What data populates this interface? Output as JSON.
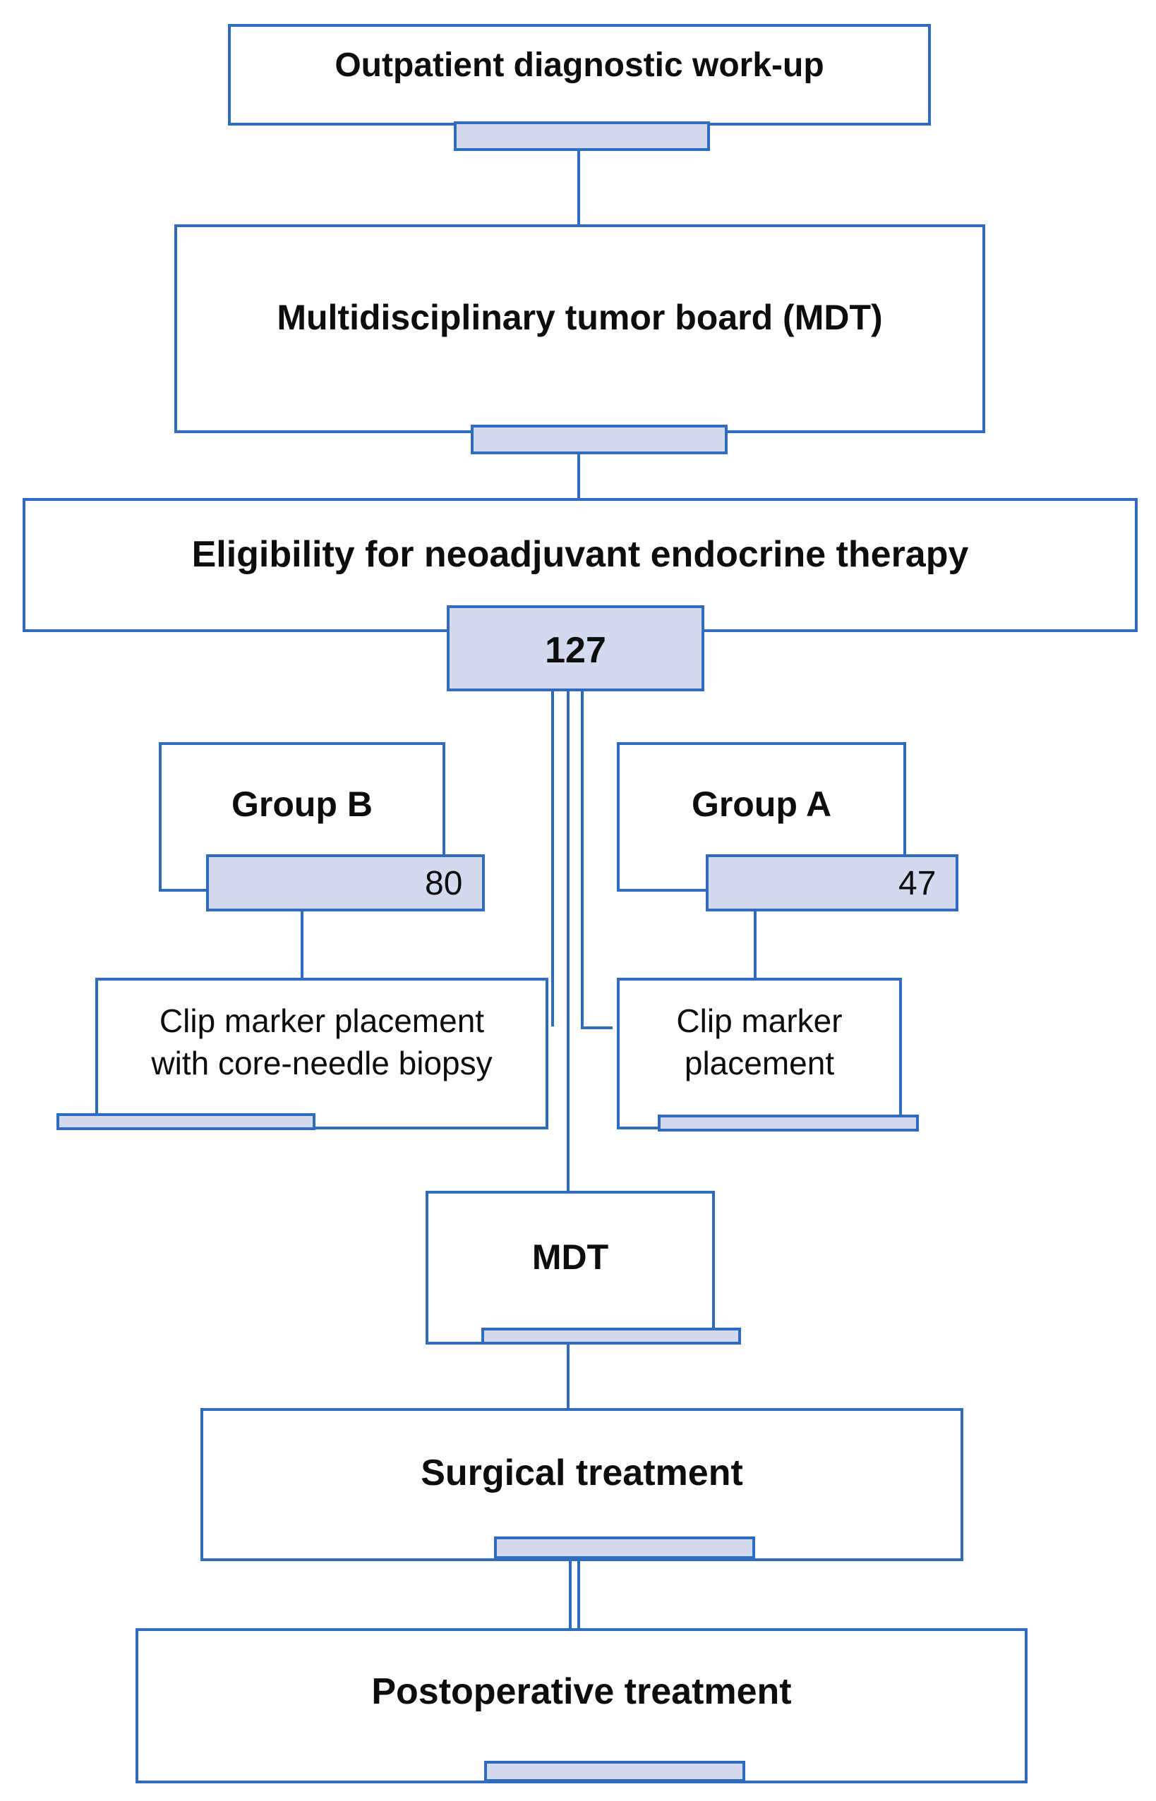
{
  "colors": {
    "border": "#2f6bbf",
    "tab_fill": "#d3d9ef",
    "text": "#0d0d0d"
  },
  "nodes": {
    "outpatient": "Outpatient diagnostic work-up",
    "mdt_board": "Multidisciplinary tumor board (MDT)",
    "eligibility": "Eligibility for neoadjuvant endocrine therapy",
    "total": "127",
    "group_b": "Group B",
    "group_b_count": "80",
    "group_a": "Group A",
    "group_a_count": "47",
    "clip_biopsy_line1": "Clip marker placement",
    "clip_biopsy_line2": "with core-needle biopsy",
    "clip_line1": "Clip marker",
    "clip_line2": "placement",
    "mdt": "MDT",
    "surgical": "Surgical treatment",
    "postoperative": "Postoperative treatment"
  }
}
